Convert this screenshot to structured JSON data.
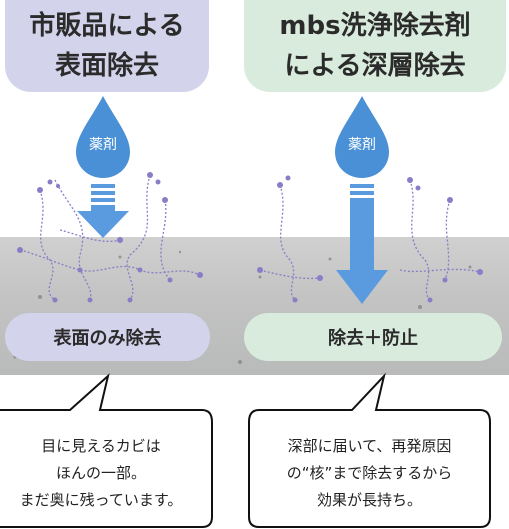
{
  "left": {
    "header": "市販品による\n表面除去",
    "drop_label": "薬剤",
    "result": "表面のみ除去",
    "note": "目に見えるカビは\nほんの一部。\nまだ奥に残っています。"
  },
  "right": {
    "header": "mbs洗浄除去剤\nによる深層除去",
    "drop_label": "薬剤",
    "result": "除去＋防止",
    "note": "深部に届いて、再発原因\nの“核”まで除去するから\n効果が長持ち。"
  },
  "colors": {
    "left_accent": "#d3d3eb",
    "right_accent": "#d8ebdd",
    "drop": "#4a90d6",
    "arrow": "#5a9be0",
    "mold": "#8a7cc6"
  }
}
